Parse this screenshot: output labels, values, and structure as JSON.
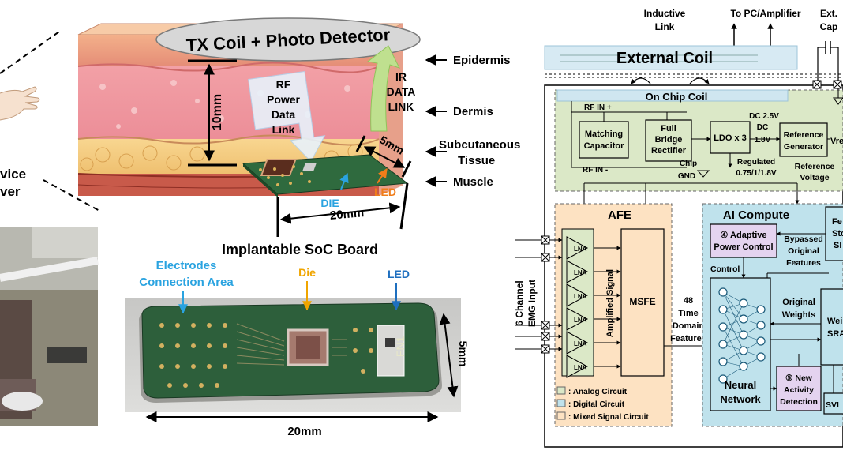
{
  "left": {
    "device_line1": "vice",
    "device_line2": "ver"
  },
  "middle": {
    "tx_coil_label": "TX Coil + Photo Detector",
    "rf_link": [
      "RF",
      "Power",
      "Data",
      "Link"
    ],
    "ir_link": [
      "IR",
      "DATA",
      "LINK"
    ],
    "depth_label": "10mm",
    "thickness_label": "5mm",
    "width_label": "20mm",
    "die_label": "DIE",
    "led_label": "LED",
    "layers": {
      "epidermis": "Epidermis",
      "dermis": "Dermis",
      "subcutaneous": [
        "Subcutaneous",
        "Tissue"
      ],
      "muscle": "Muscle"
    },
    "board_title": "Implantable SoC Board",
    "photo_labels": {
      "electrodes": [
        "Electrodes",
        "Connection Area"
      ],
      "die": "Die",
      "led": "LED",
      "length": "20mm",
      "thickness": "5mm"
    }
  },
  "right": {
    "top_labels": {
      "inductive": [
        "Inductive",
        "Link"
      ],
      "to_pc": "To PC/Amplifier",
      "ext_cap": [
        "Ext.",
        "Cap"
      ]
    },
    "external_coil": "External Coil",
    "on_chip_coil": "On Chip Coil",
    "rf_in_plus": "RF IN +",
    "rf_in_minus": "RF IN -",
    "matching_capacitor": [
      "Matching",
      "Capacitor"
    ],
    "rectifier": [
      "Full",
      "Bridge",
      "Rectifier"
    ],
    "chip_gnd": [
      "Chip",
      "GND"
    ],
    "ldo": "LDO x 3",
    "dcdc": [
      "DC 2.5V",
      "DC",
      "1.8V"
    ],
    "regulated": [
      "Regulated",
      "0.75/1/1.8V"
    ],
    "ref_gen": [
      "Reference",
      "Generator"
    ],
    "vref": "Vre",
    "ref_voltage": [
      "Reference",
      "Voltage"
    ],
    "afe_title": "AFE",
    "emg_input": [
      "6 Channel",
      "EMG Input"
    ],
    "lna": "LNA",
    "amplified_signal": "Amplified Signal",
    "msfe": "MSFE",
    "features": [
      "48",
      "Time",
      "Domain",
      "Features"
    ],
    "ai_compute": "AI Compute",
    "adaptive_power": [
      "④ Adaptive",
      "Power Control"
    ],
    "bypassed": [
      "Bypassed",
      "Original",
      "Features"
    ],
    "feature_store": [
      "Fe",
      "Sto",
      "SI"
    ],
    "control": "Control",
    "original_weights": [
      "Original",
      "Weights"
    ],
    "weights_sram": [
      "Wei",
      "SRA"
    ],
    "neural_network": [
      "Neural",
      "Network"
    ],
    "new_activity": [
      "⑤ New",
      "Activity",
      "Detection"
    ],
    "svm": "SVI",
    "legend": [
      ": Analog Circuit",
      ": Digital Circuit",
      ": Mixed Signal Circuit"
    ]
  },
  "colors": {
    "analog": "#dbe8c7",
    "digital": "#bfe2ec",
    "mixed": "#fde2c2",
    "arrow_blue": "#2aa3e0",
    "arrow_orange": "#f07d1a",
    "die_yellow": "#f0a500",
    "led_blue": "#1f6fbf"
  }
}
